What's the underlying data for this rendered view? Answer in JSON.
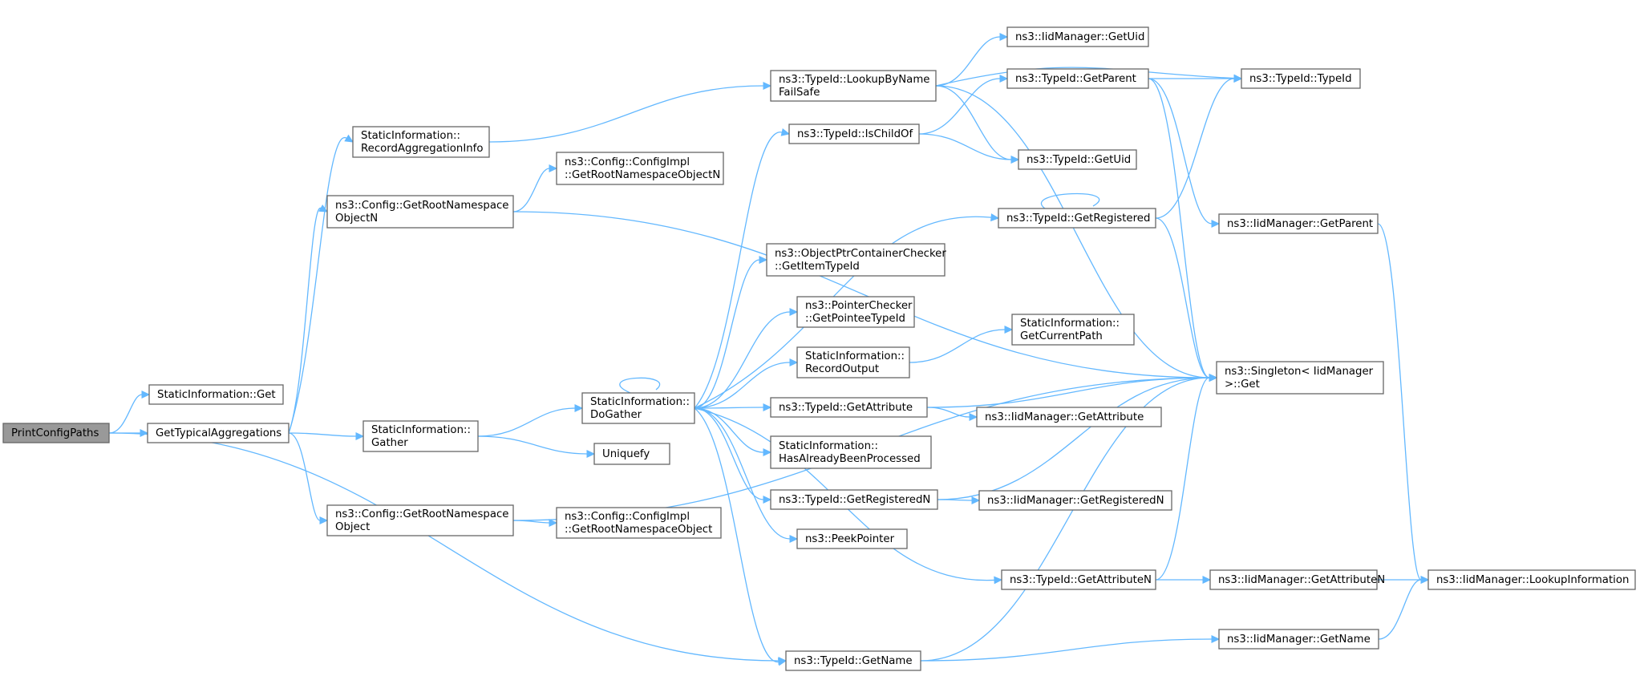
{
  "diagram": {
    "nodes": [
      {
        "id": "print",
        "lines": [
          "PrintConfigPaths"
        ],
        "root": true
      },
      {
        "id": "siget",
        "lines": [
          "StaticInformation::Get"
        ]
      },
      {
        "id": "gta",
        "lines": [
          "GetTypicalAggregations"
        ]
      },
      {
        "id": "rai",
        "lines": [
          "StaticInformation::",
          "RecordAggregationInfo"
        ]
      },
      {
        "id": "grno_n",
        "lines": [
          "ns3::Config::GetRootNamespace",
          "ObjectN"
        ]
      },
      {
        "id": "gather",
        "lines": [
          "StaticInformation::",
          "Gather"
        ]
      },
      {
        "id": "grno",
        "lines": [
          "ns3::Config::GetRootNamespace",
          "Object"
        ]
      },
      {
        "id": "impl_n",
        "lines": [
          "ns3::Config::ConfigImpl",
          "::GetRootNamespaceObjectN"
        ]
      },
      {
        "id": "dogather",
        "lines": [
          "StaticInformation::",
          "DoGather"
        ]
      },
      {
        "id": "uniq",
        "lines": [
          "Uniquefy"
        ]
      },
      {
        "id": "impl",
        "lines": [
          "ns3::Config::ConfigImpl",
          "::GetRootNamespaceObject"
        ]
      },
      {
        "id": "lookup",
        "lines": [
          "ns3::TypeId::LookupByName",
          "FailSafe"
        ]
      },
      {
        "id": "ischild",
        "lines": [
          "ns3::TypeId::IsChildOf"
        ]
      },
      {
        "id": "opcc",
        "lines": [
          "ns3::ObjectPtrContainerChecker",
          "::GetItemTypeId"
        ]
      },
      {
        "id": "pc",
        "lines": [
          "ns3::PointerChecker",
          "::GetPointeeTypeId"
        ]
      },
      {
        "id": "ro",
        "lines": [
          "StaticInformation::",
          "RecordOutput"
        ]
      },
      {
        "id": "getattr",
        "lines": [
          "ns3::TypeId::GetAttribute"
        ]
      },
      {
        "id": "habp",
        "lines": [
          "StaticInformation::",
          "HasAlreadyBeenProcessed"
        ]
      },
      {
        "id": "getregn",
        "lines": [
          "ns3::TypeId::GetRegisteredN"
        ]
      },
      {
        "id": "peek",
        "lines": [
          "ns3::PeekPointer"
        ]
      },
      {
        "id": "getname",
        "lines": [
          "ns3::TypeId::GetName"
        ]
      },
      {
        "id": "getattrn",
        "lines": [
          "ns3::TypeId::GetAttributeN"
        ]
      },
      {
        "id": "mgr_uid",
        "lines": [
          "ns3::IidManager::GetUid"
        ]
      },
      {
        "id": "getparent",
        "lines": [
          "ns3::TypeId::GetParent"
        ]
      },
      {
        "id": "getuid",
        "lines": [
          "ns3::TypeId::GetUid"
        ]
      },
      {
        "id": "getreg",
        "lines": [
          "ns3::TypeId::GetRegistered"
        ]
      },
      {
        "id": "cur",
        "lines": [
          "StaticInformation::",
          "GetCurrentPath"
        ]
      },
      {
        "id": "mgr_attr",
        "lines": [
          "ns3::IidManager::GetAttribute"
        ]
      },
      {
        "id": "mgr_regn",
        "lines": [
          "ns3::IidManager::GetRegisteredN"
        ]
      },
      {
        "id": "mgr_attrn",
        "lines": [
          "ns3::IidManager::GetAttributeN"
        ]
      },
      {
        "id": "mgr_name",
        "lines": [
          "ns3::IidManager::GetName"
        ]
      },
      {
        "id": "typeid",
        "lines": [
          "ns3::TypeId::TypeId"
        ]
      },
      {
        "id": "mgr_parent",
        "lines": [
          "ns3::IidManager::GetParent"
        ]
      },
      {
        "id": "singleton",
        "lines": [
          "ns3::Singleton< IidManager",
          " >::Get"
        ]
      },
      {
        "id": "mgr_lookup",
        "lines": [
          "ns3::IidManager::LookupInformation"
        ]
      }
    ]
  }
}
